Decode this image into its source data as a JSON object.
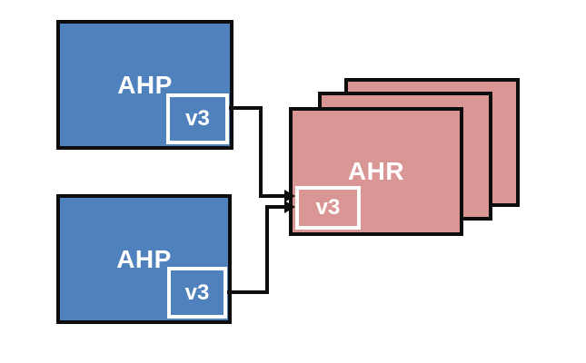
{
  "diagram": {
    "nodes": {
      "ahp_top": {
        "label": "AHP",
        "port": "v3"
      },
      "ahp_bottom": {
        "label": "AHP",
        "port": "v3"
      },
      "ahr": {
        "label": "AHR",
        "port": "v3",
        "stack_count": 3
      }
    },
    "edges": [
      {
        "from": "ahp_top.v3",
        "to": "ahr.v3"
      },
      {
        "from": "ahp_bottom.v3",
        "to": "ahr.v3"
      }
    ],
    "colors": {
      "background": "#ffffff",
      "ahp_fill": "#4f81bd",
      "ahr_fill": "#d99694",
      "outline": "#0d0d0d",
      "port_border": "#ffffff",
      "text": "#ffffff"
    }
  }
}
